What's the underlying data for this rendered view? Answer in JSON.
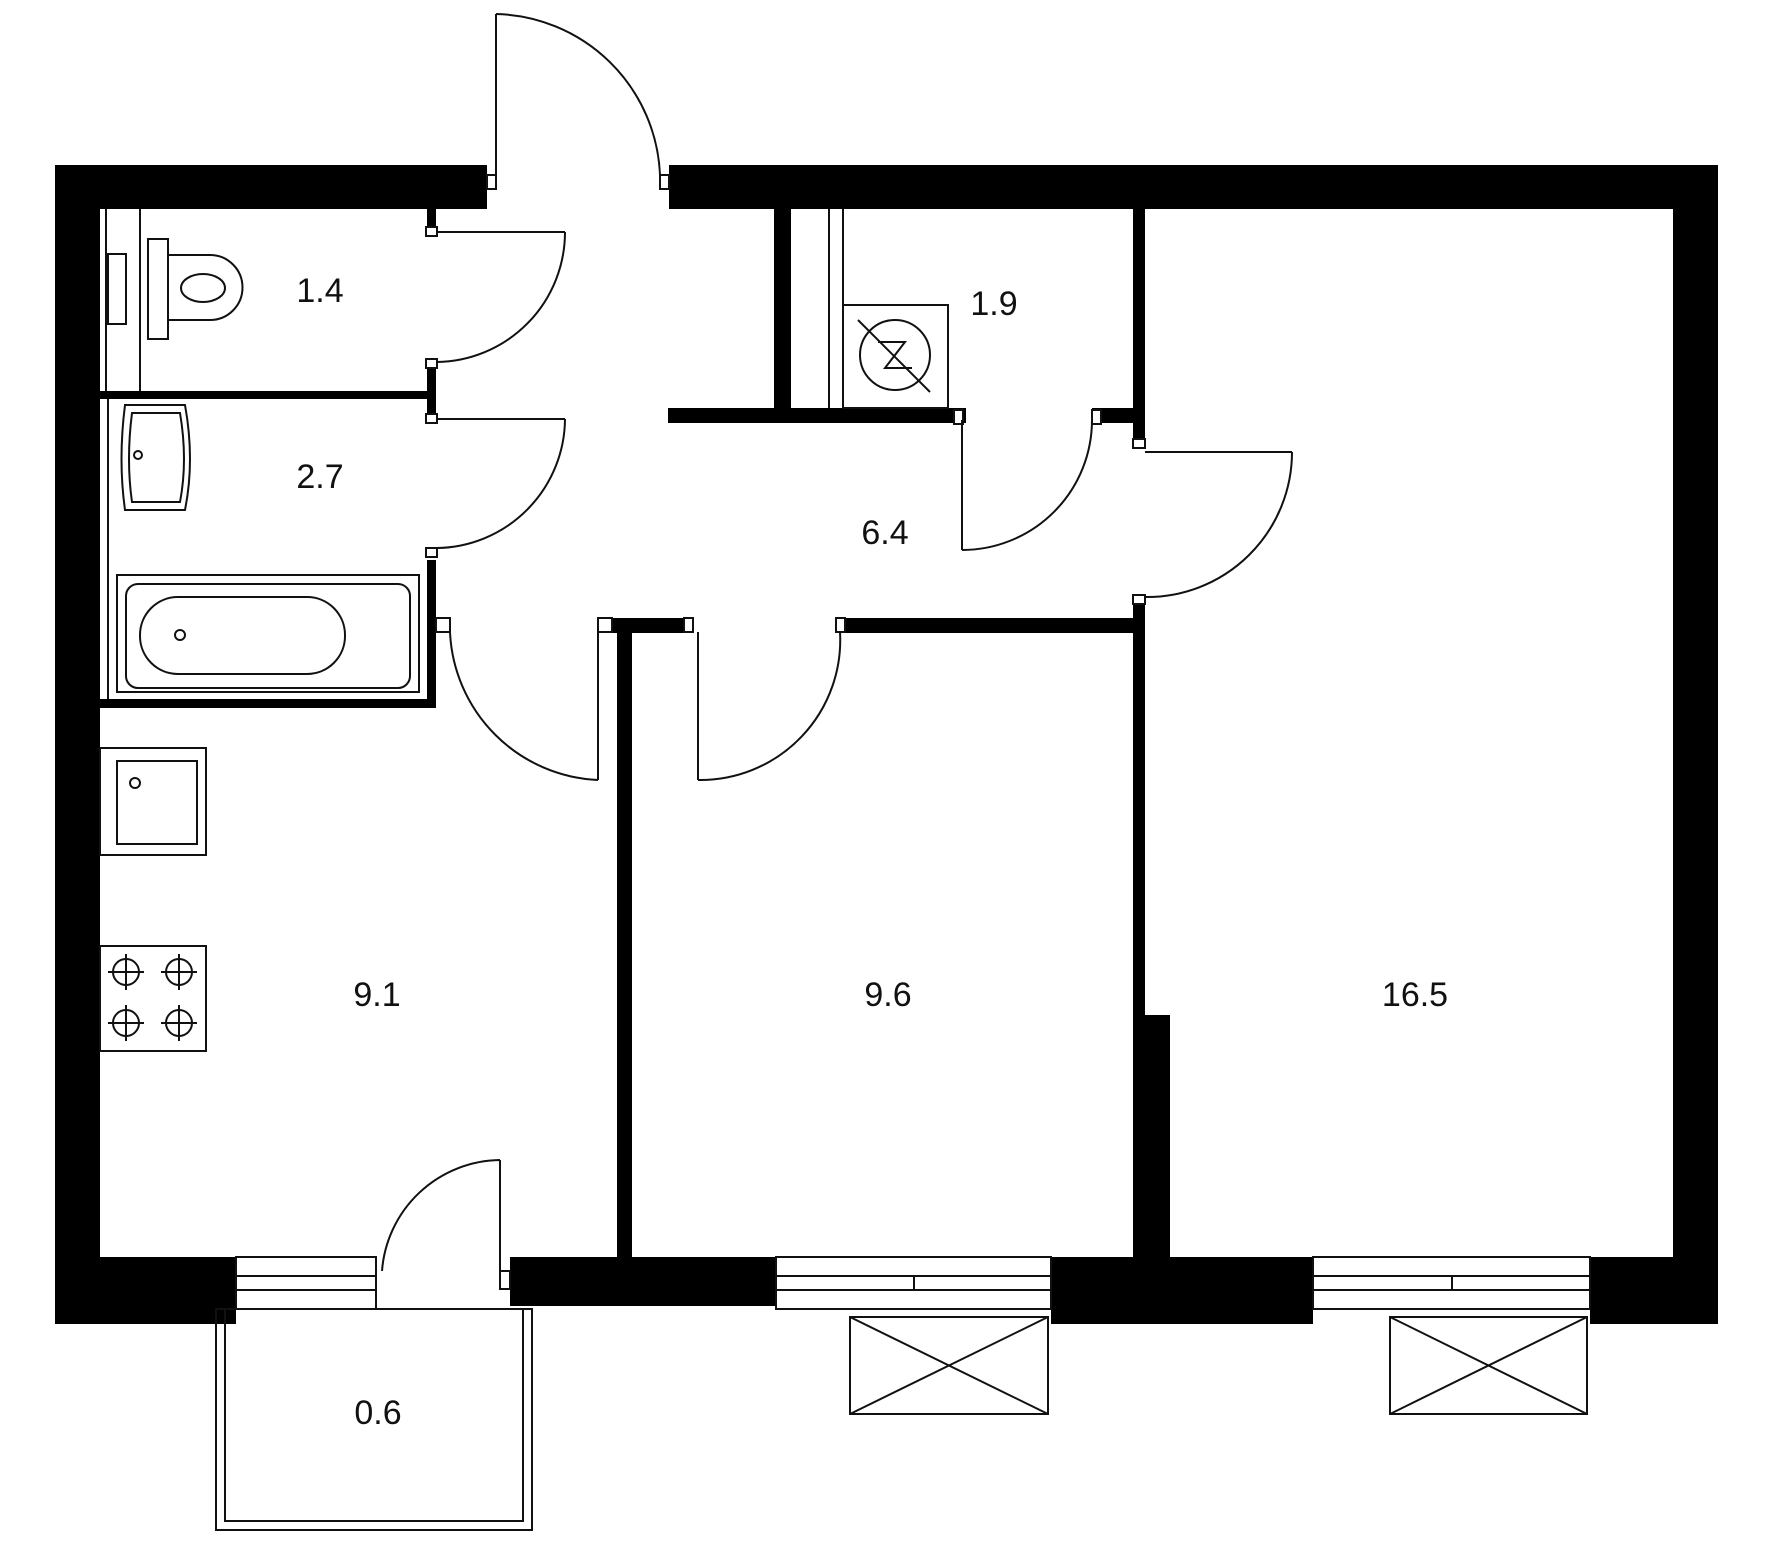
{
  "rooms": {
    "toilet": {
      "area": "1.4"
    },
    "bathroom": {
      "area": "2.7"
    },
    "storage": {
      "area": "1.9"
    },
    "hallway": {
      "area": "6.4"
    },
    "kitchen": {
      "area": "9.1"
    },
    "bedroom": {
      "area": "9.6"
    },
    "living": {
      "area": "16.5"
    },
    "balcony": {
      "area": "0.6"
    }
  },
  "fixtures": [
    "toilet-icon",
    "sink-icon",
    "bathtub-icon",
    "kitchen-sink-icon",
    "stove-icon",
    "electrical-panel-icon"
  ],
  "colors": {
    "wall": "#000000",
    "line": "#111111",
    "background": "#ffffff"
  }
}
